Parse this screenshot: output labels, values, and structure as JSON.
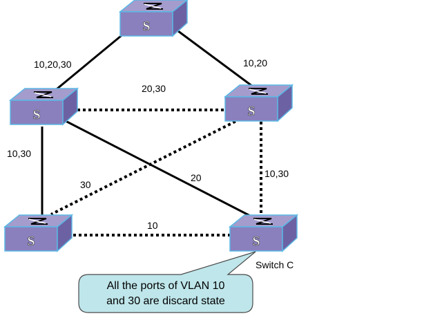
{
  "diagram": {
    "switch_glyph": "S",
    "switch_icon": "network-switch-icon",
    "colors": {
      "switch_top": "#a49ccc",
      "switch_front": "#8a80bd",
      "switch_side": "#6c62a3",
      "switch_edge": "#5bb8e6",
      "link": "#000000",
      "callout_fill": "#bfe6ea",
      "callout_stroke": "#4a4a4a"
    },
    "switches": [
      {
        "id": "top",
        "label": ""
      },
      {
        "id": "left",
        "label": ""
      },
      {
        "id": "right",
        "label": ""
      },
      {
        "id": "bottom-left",
        "label": ""
      },
      {
        "id": "bottom-right",
        "label": "Switch C"
      }
    ],
    "links": [
      {
        "from": "top",
        "to": "left",
        "style": "solid",
        "vlans": "10,20,30"
      },
      {
        "from": "top",
        "to": "right",
        "style": "solid",
        "vlans": "10,20"
      },
      {
        "from": "left",
        "to": "right",
        "style": "dotted",
        "vlans": "20,30"
      },
      {
        "from": "left",
        "to": "bottom-left",
        "style": "solid",
        "vlans": "10,30"
      },
      {
        "from": "left",
        "to": "bottom-right",
        "style": "solid",
        "vlans": "20"
      },
      {
        "from": "right",
        "to": "bottom-left",
        "style": "dotted",
        "vlans": "30"
      },
      {
        "from": "right",
        "to": "bottom-right",
        "style": "dotted",
        "vlans": "10,30"
      },
      {
        "from": "bottom-left",
        "to": "bottom-right",
        "style": "dotted",
        "vlans": "10"
      }
    ],
    "callout": {
      "line1": "All the ports of VLAN 10",
      "line2": "and 30 are discard state"
    }
  }
}
